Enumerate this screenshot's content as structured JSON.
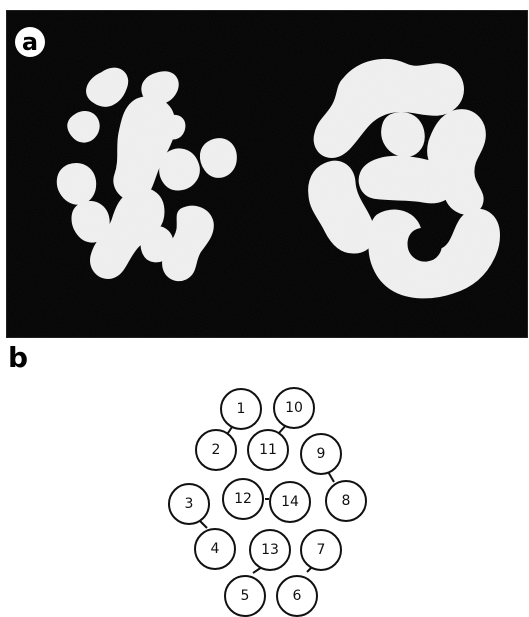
{
  "panels": {
    "a": {
      "label": "a"
    },
    "b": {
      "label": "b",
      "nodes": [
        {
          "id": 1,
          "text": "1"
        },
        {
          "id": 2,
          "text": "2"
        },
        {
          "id": 3,
          "text": "3"
        },
        {
          "id": 4,
          "text": "4"
        },
        {
          "id": 5,
          "text": "5"
        },
        {
          "id": 6,
          "text": "6"
        },
        {
          "id": 7,
          "text": "7"
        },
        {
          "id": 8,
          "text": "8"
        },
        {
          "id": 9,
          "text": "9"
        },
        {
          "id": 10,
          "text": "10"
        },
        {
          "id": 11,
          "text": "11"
        },
        {
          "id": 12,
          "text": "12"
        },
        {
          "id": 13,
          "text": "13"
        },
        {
          "id": 14,
          "text": "14"
        }
      ],
      "links": [
        [
          1,
          2
        ],
        [
          10,
          11
        ],
        [
          9,
          8
        ],
        [
          3,
          4
        ],
        [
          12,
          14
        ],
        [
          5,
          13
        ],
        [
          6,
          7
        ]
      ]
    }
  },
  "colors": {
    "micrograph_background": "#000000",
    "micrograph_signal": "#f1f1f1",
    "diagram_stroke": "#111111"
  }
}
